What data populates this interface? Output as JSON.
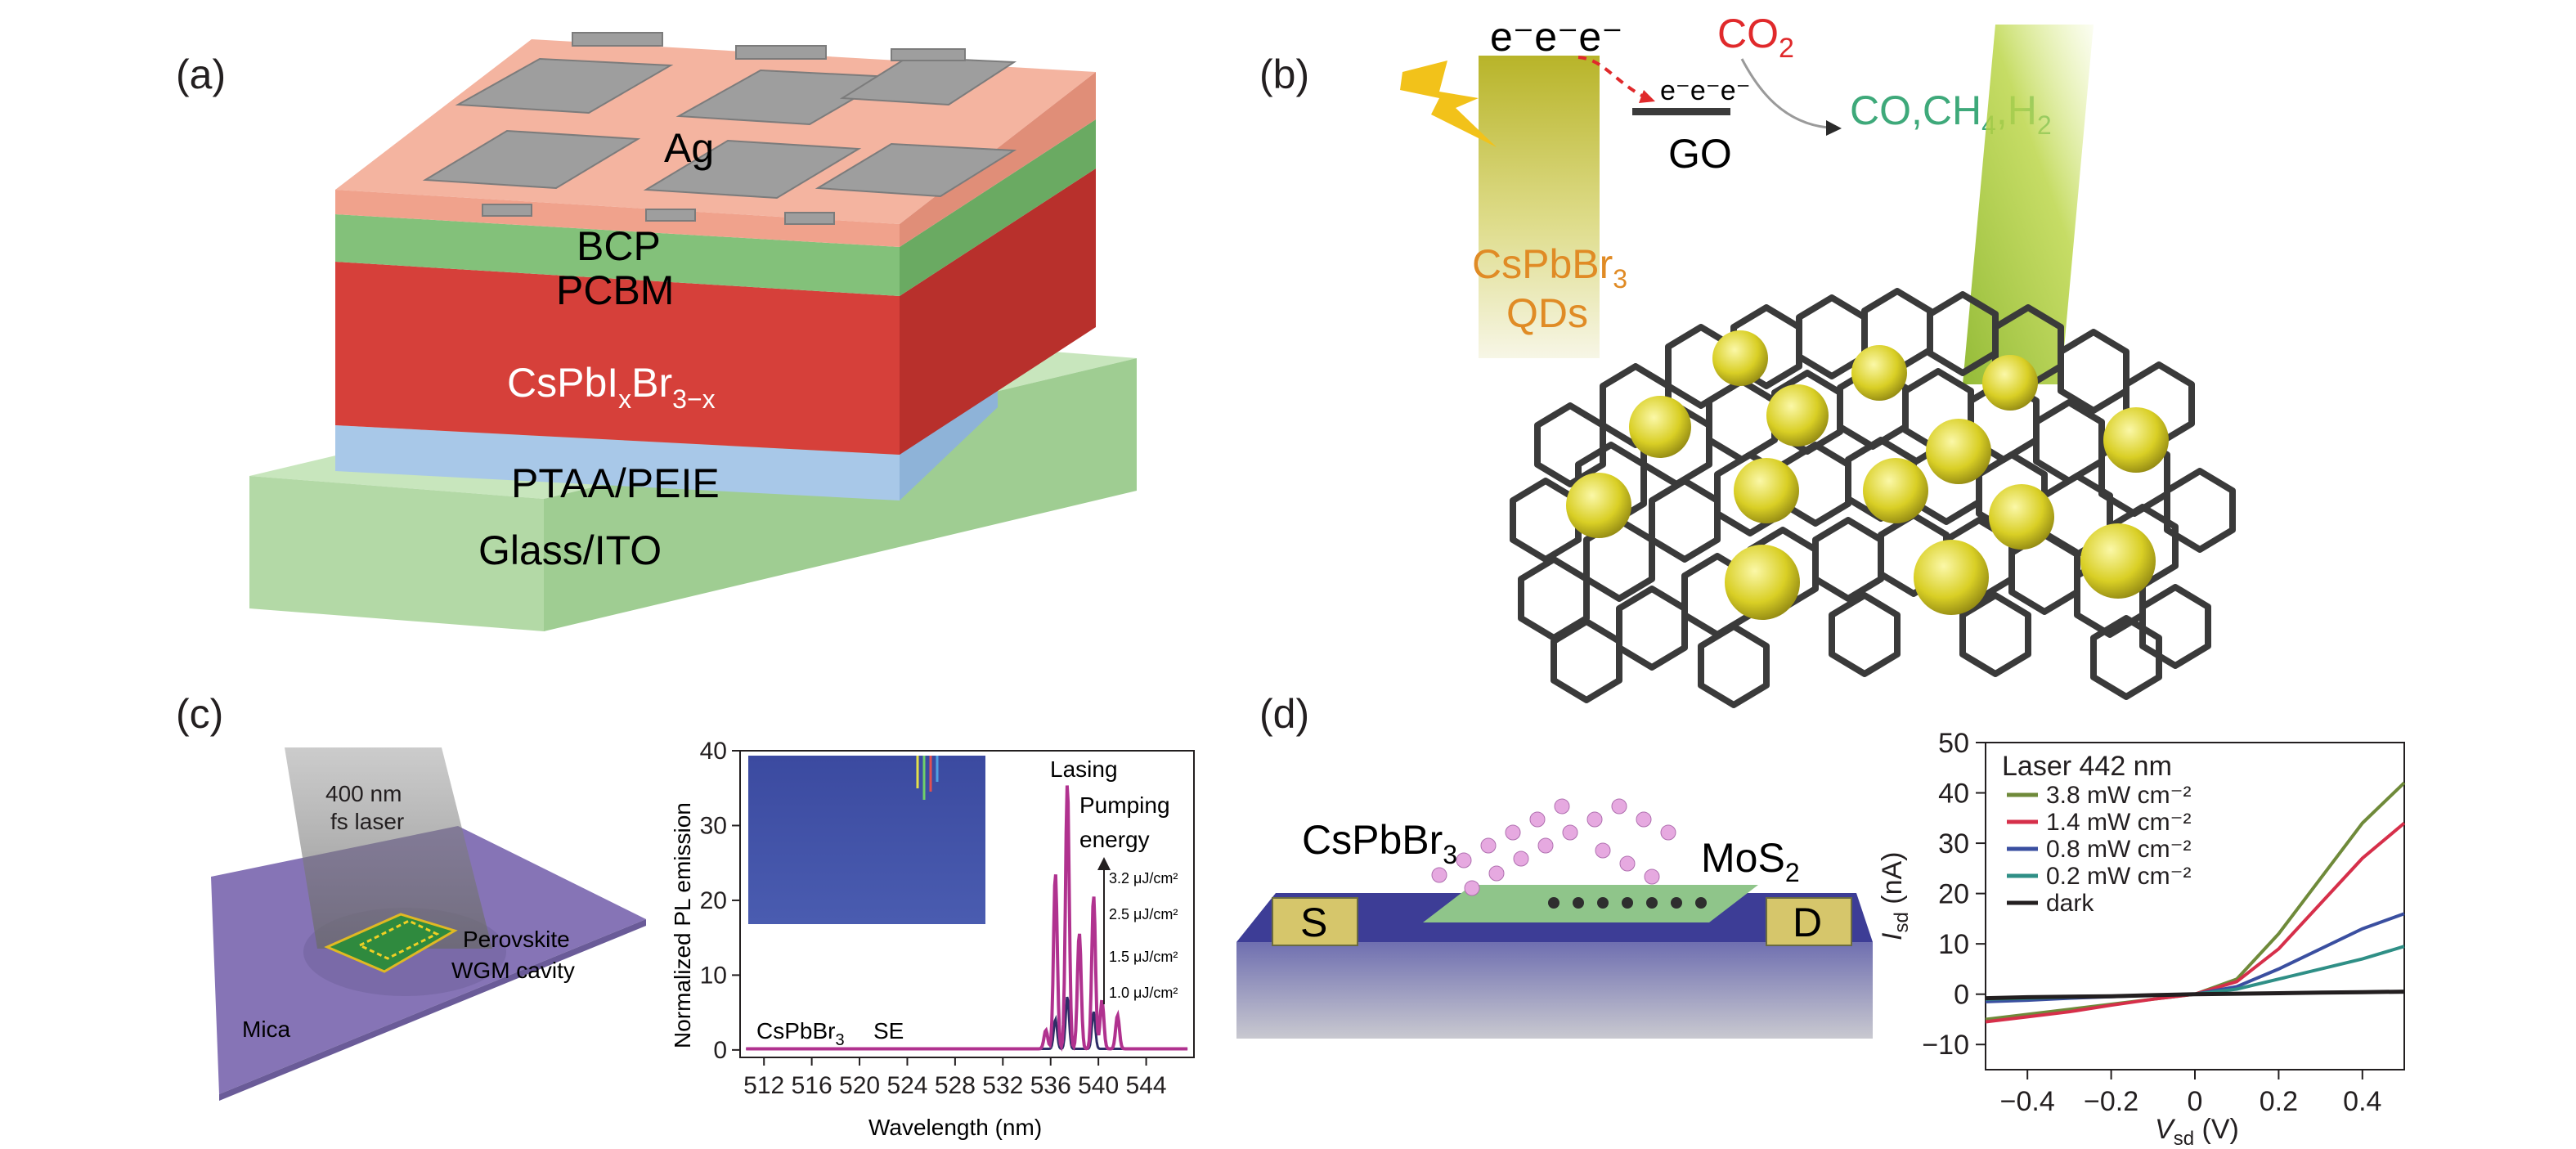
{
  "panel_labels": {
    "a": "(a)",
    "b": "(b)",
    "c": "(c)",
    "d": "(d)"
  },
  "panel_a": {
    "layers": {
      "top": "Ag",
      "bcp": "BCP",
      "pcbm": "PCBM",
      "absorber_base": "CsPbI",
      "absorber_sub1": "x",
      "absorber_mid": "Br",
      "absorber_sub2": "3−x",
      "htl": "PTAA/PEIE",
      "substrate": "Glass/ITO"
    },
    "colors": {
      "ag": "#9c9c9c",
      "bcp": "#f2ad98",
      "pcbm": "#86c27d",
      "absorber": "#d8413d",
      "htl": "#9fc0e2",
      "glass": "#b6dcab"
    }
  },
  "panel_b": {
    "electrons_top": "e⁻e⁻e⁻",
    "electrons_go": "e⁻e⁻e⁻",
    "co2_base": "CO",
    "co2_sub": "2",
    "go": "GO",
    "products": {
      "p1": "CO,CH",
      "s1": "4",
      "p2": ",H",
      "s2": "2"
    },
    "qd_base": "CsPbBr",
    "qd_sub": "3",
    "qd_line2": "QDs",
    "colors": {
      "co2": "#e0292b",
      "products": "#3ea97a",
      "qd": "#e08b25"
    }
  },
  "panel_c": {
    "schematic": {
      "laser1": "400 nm",
      "laser2": "fs laser",
      "cavity1": "Perovskite",
      "cavity2": "WGM cavity",
      "substrate": "Mica"
    },
    "chart_data": {
      "type": "line",
      "xlabel": "Wavelength (nm)",
      "ylabel": "Normalized PL emission",
      "xlim": [
        510,
        548
      ],
      "ylim": [
        -1,
        40
      ],
      "x_ticks": [
        "512",
        "516",
        "520",
        "524",
        "528",
        "532",
        "536",
        "540",
        "544"
      ],
      "y_ticks": [
        "0",
        "10",
        "20",
        "30",
        "40"
      ],
      "annotations": {
        "lasing": "Lasing",
        "pumping1": "Pumping",
        "pumping2": "energy",
        "se": "SE",
        "material_base": "CsPbBr",
        "material_sub": "3"
      },
      "pump_levels": [
        "3.2 μJ/cm²",
        "2.5 μJ/cm²",
        "1.5 μJ/cm²",
        "1.0 μJ/cm²"
      ],
      "peaks": [
        {
          "x": 535.6,
          "y": 2.5
        },
        {
          "x": 536.4,
          "y": 23.5
        },
        {
          "x": 537.4,
          "y": 35.5
        },
        {
          "x": 538.4,
          "y": 15.5
        },
        {
          "x": 539.6,
          "y": 20.5
        },
        {
          "x": 540.3,
          "y": 6.5
        },
        {
          "x": 541.6,
          "y": 4.5
        }
      ],
      "secondary_peaks": [
        {
          "x": 536.4,
          "y": 4
        },
        {
          "x": 537.4,
          "y": 7
        },
        {
          "x": 539.6,
          "y": 5
        }
      ],
      "colors": {
        "main": "#b0328f",
        "secondary": "#2d2d66"
      }
    }
  },
  "panel_d": {
    "schematic": {
      "left_base": "CsPbBr",
      "left_sub": "3",
      "right_base": "MoS",
      "right_sub": "2",
      "source": "S",
      "drain": "D"
    },
    "chart_data": {
      "type": "line",
      "title": "Laser 442 nm",
      "xlabel_base": "V",
      "xlabel_sub": "sd",
      "xlabel_unit": " (V)",
      "ylabel_base": "I",
      "ylabel_sub": "sd",
      "ylabel_unit": " (nA)",
      "xlim": [
        -0.5,
        0.5
      ],
      "ylim": [
        -15,
        50
      ],
      "x_ticks": [
        "−0.4",
        "−0.2",
        "0",
        "0.2",
        "0.4"
      ],
      "y_ticks": [
        "−10",
        "0",
        "10",
        "20",
        "30",
        "40",
        "50"
      ],
      "x": [
        -0.5,
        -0.4,
        -0.3,
        -0.2,
        -0.1,
        0,
        0.1,
        0.2,
        0.3,
        0.4,
        0.5
      ],
      "series": [
        {
          "name": "3.8 mW cm⁻²",
          "color": "#6f8a3a",
          "values": [
            -5,
            -4,
            -3,
            -2,
            -1,
            0,
            3,
            12,
            23,
            34,
            42
          ]
        },
        {
          "name": "1.4 mW cm⁻²",
          "color": "#d62f4a",
          "values": [
            -5.5,
            -4.5,
            -3.5,
            -2.2,
            -1,
            0,
            2.5,
            9,
            18,
            27,
            34
          ]
        },
        {
          "name": "0.8 mW cm⁻²",
          "color": "#3a4fa0",
          "values": [
            -1.5,
            -1.2,
            -0.8,
            -0.5,
            -0.2,
            0,
            1.5,
            5,
            9,
            13,
            16
          ]
        },
        {
          "name": "0.2 mW cm⁻²",
          "color": "#2f8f86",
          "values": [
            -1,
            -0.8,
            -0.6,
            -0.4,
            -0.2,
            0,
            1,
            3,
            5,
            7,
            9.5
          ]
        },
        {
          "name": "dark",
          "color": "#231f20",
          "values": [
            -0.8,
            -0.6,
            -0.5,
            -0.4,
            -0.2,
            0,
            0.1,
            0.2,
            0.3,
            0.4,
            0.5
          ]
        }
      ]
    }
  }
}
